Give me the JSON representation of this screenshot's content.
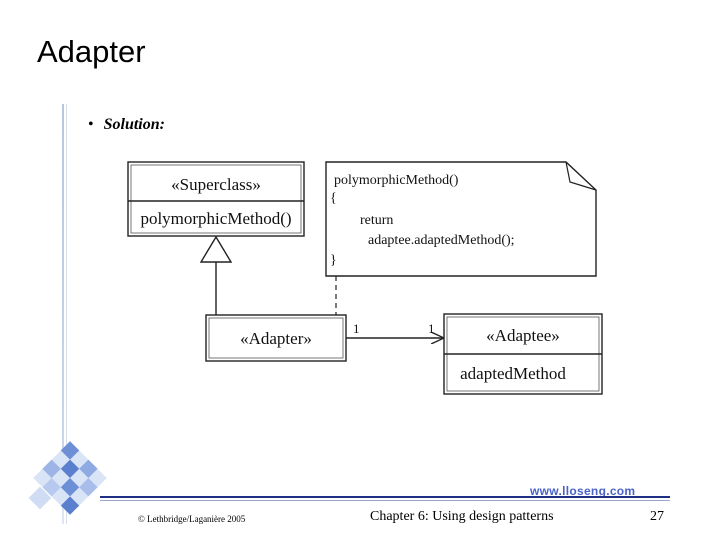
{
  "slide": {
    "title": "Adapter",
    "bullet": "Solution:",
    "website": "www.lloseng.com",
    "copyright": "© Lethbridge/Laganière 2005",
    "chapter": "Chapter 6: Using design patterns",
    "page_number": "27"
  },
  "diagram": {
    "superclass": {
      "stereotype": "«Superclass»",
      "method": "polymorphicMethod()"
    },
    "adapter": {
      "stereotype": "«Adapter»"
    },
    "adaptee": {
      "stereotype": "«Adaptee»",
      "method": "adaptedMethod"
    },
    "note": {
      "line1": "polymorphicMethod()",
      "line2": "{",
      "line3": "return",
      "line4": "adaptee.adaptedMethod();",
      "line5": "}"
    },
    "association": {
      "source_multiplicity": "1",
      "target_multiplicity": "1"
    }
  },
  "colors": {
    "title_rule": "#1f2f86",
    "website": "#4a63c6",
    "logo_blue": "#6d8fd6",
    "logo_light": "#cfdcf4"
  }
}
